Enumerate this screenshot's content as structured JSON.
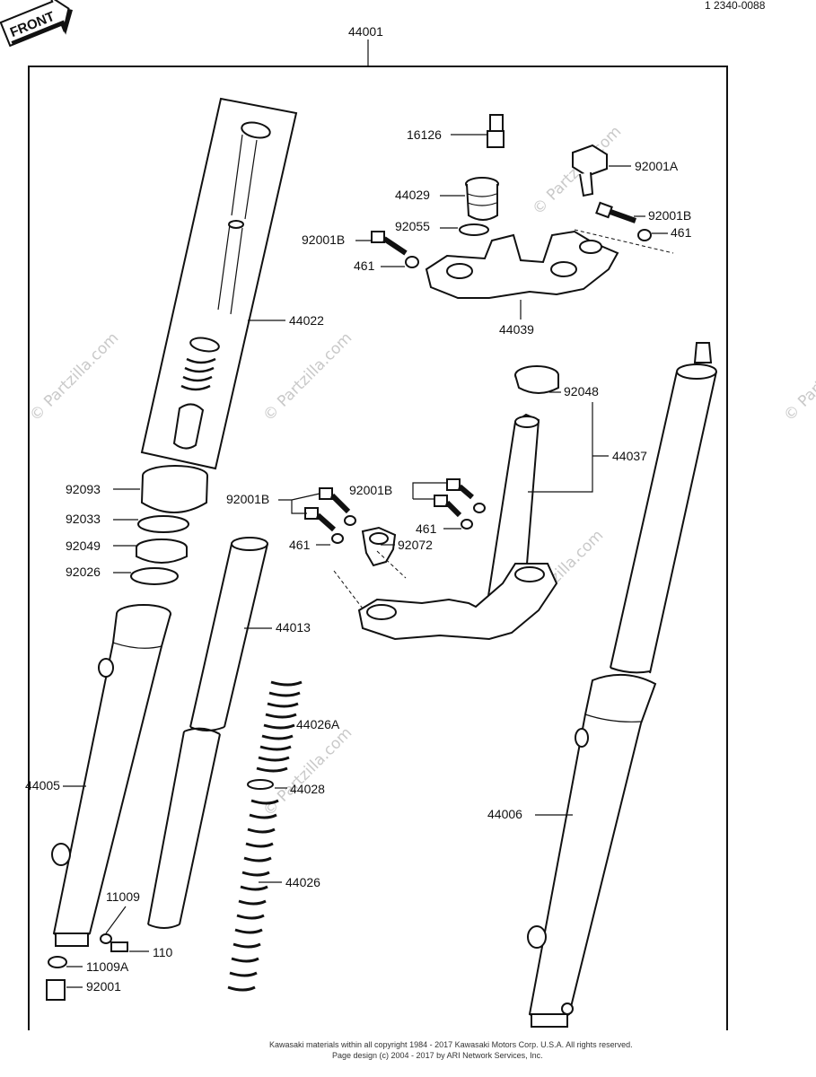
{
  "diagram": {
    "ref_code": "1 2340-0088",
    "direction_tag": "FRONT",
    "assembly_label": "44001",
    "watermark": "© Partzilla.com",
    "copyright_line_1": "Kawasaki materials within all copyright 1984 - 2017 Kawasaki Motors Corp. U.S.A. All rights reserved.",
    "copyright_line_2": "Page design (c) 2004 - 2017 by ARI Network Services, Inc.",
    "labels": {
      "p44022": "44022",
      "p16126": "16126",
      "p92001a": "92001A",
      "p44029": "44029",
      "p92001b_top_right": "92001B",
      "p92055": "92055",
      "p461_top_right": "461",
      "p92001b_top_left": "92001B",
      "p461_top_left": "461",
      "p44039": "44039",
      "p92048": "92048",
      "p44037": "44037",
      "p92093": "92093",
      "p92033": "92033",
      "p92049": "92049",
      "p92026": "92026",
      "p92001b_mid_left": "92001B",
      "p92001b_mid_right": "92001B",
      "p461_mid_right": "461",
      "p461_mid_left": "461",
      "p92072": "92072",
      "p44013": "44013",
      "p44026a": "44026A",
      "p44028": "44028",
      "p44005": "44005",
      "p44006": "44006",
      "p44026": "44026",
      "p11009": "11009",
      "p110": "110",
      "p11009a": "11009A",
      "p92001": "92001"
    }
  }
}
